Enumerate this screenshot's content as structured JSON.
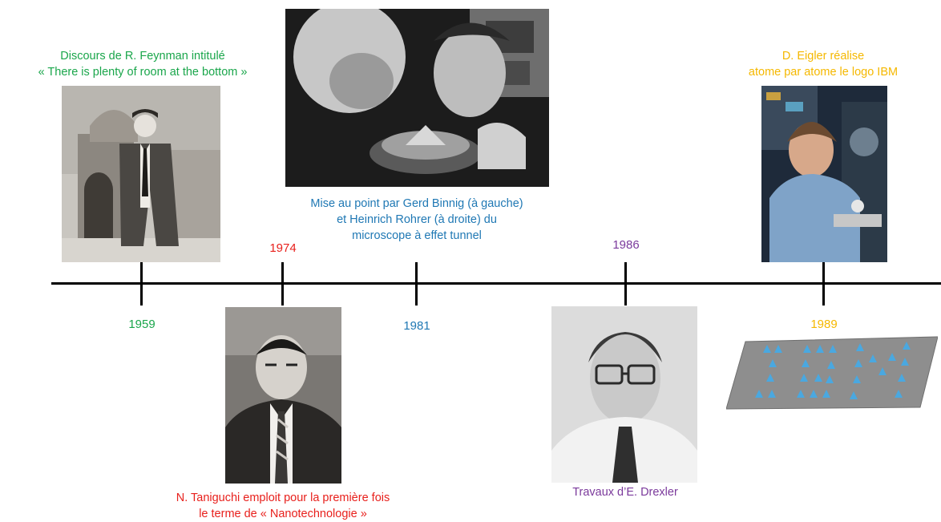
{
  "colors": {
    "feynman": "#1aa64b",
    "taniguchi": "#e8201c",
    "binnig": "#1f78b4",
    "drexler": "#7b3a9c",
    "eigler": "#f5b800",
    "axis": "#000000"
  },
  "events": [
    {
      "year": "1959",
      "caption_lines": [
        "Discours de R. Feynman intitulé",
        "« There is plenty of room at the bottom »"
      ],
      "image": "feynman-portrait"
    },
    {
      "year": "1974",
      "caption_lines": [
        "N. Taniguchi emploit pour la première fois",
        "le terme de « Nanotechnologie »"
      ],
      "image": "taniguchi-portrait"
    },
    {
      "year": "1981",
      "caption_lines": [
        "Mise au point par Gerd Binnig (à gauche)",
        "et Heinrich Rohrer (à droite) du",
        "microscope à effet tunnel"
      ],
      "image": "binnig-rohrer-photo"
    },
    {
      "year": "1986",
      "caption_lines": [
        "Travaux d’E. Drexler"
      ],
      "image": "drexler-portrait"
    },
    {
      "year": "1989",
      "caption_lines": [
        "D. Eigler réalise",
        "atome par atome le logo IBM"
      ],
      "image": "eigler-photo",
      "extra_image": "ibm-atoms-logo"
    }
  ]
}
